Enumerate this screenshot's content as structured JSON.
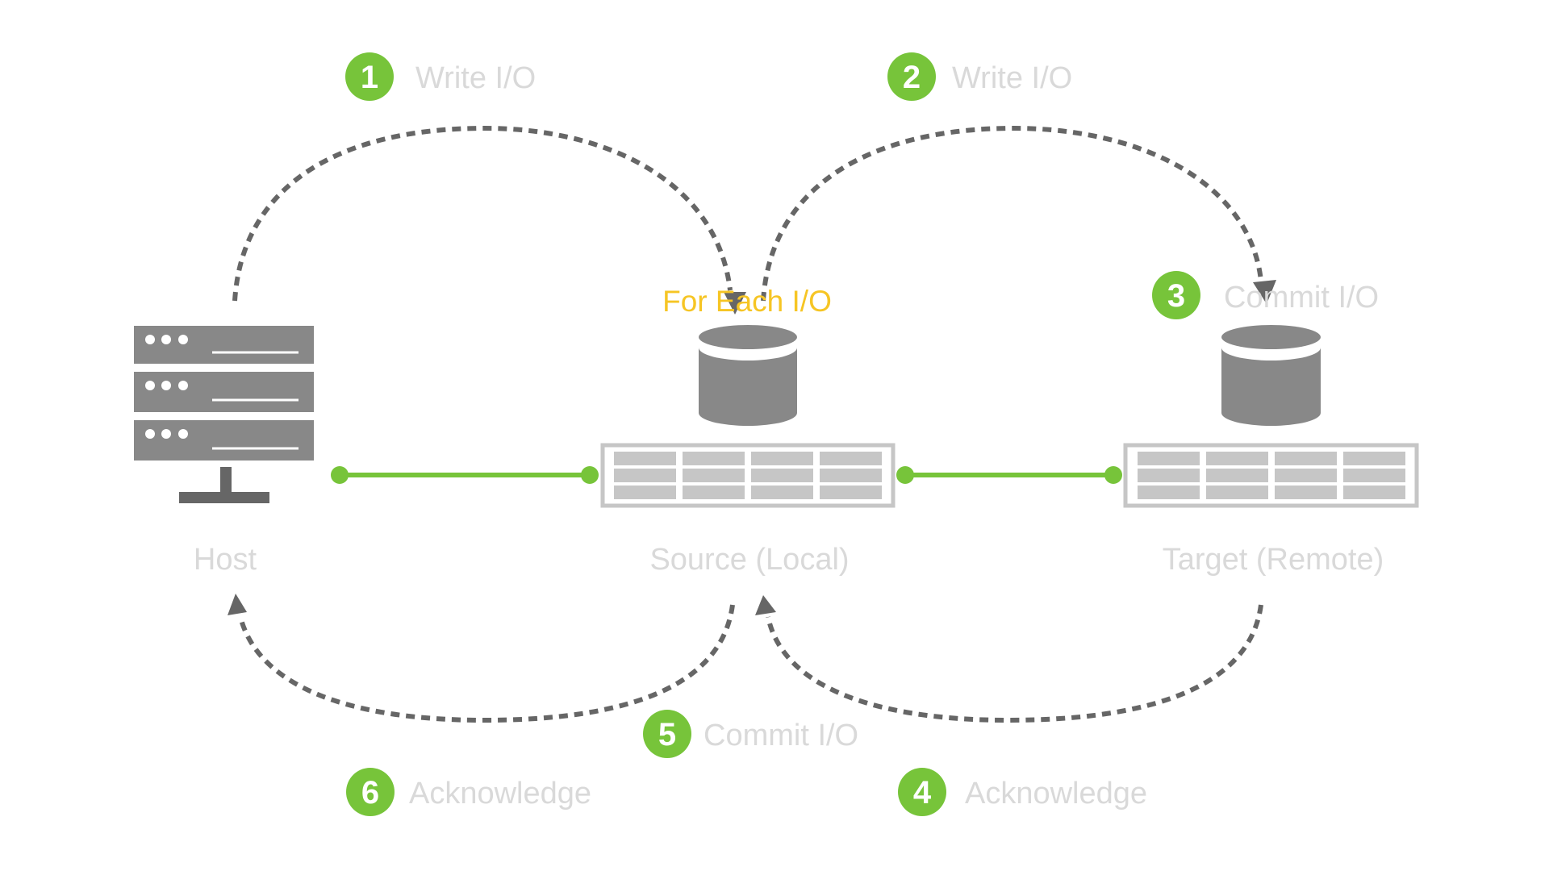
{
  "nodes": {
    "host": {
      "label": "Host"
    },
    "source": {
      "label": "Source (Local)",
      "annotation": "For Each I/O"
    },
    "target": {
      "label": "Target (Remote)"
    }
  },
  "steps": [
    {
      "number": "1",
      "label": "Write I/O",
      "from": "Host",
      "to": "Source (Local)"
    },
    {
      "number": "2",
      "label": "Write I/O",
      "from": "Source (Local)",
      "to": "Target (Remote)"
    },
    {
      "number": "3",
      "label": "Commit I/O",
      "at": "Target (Remote)"
    },
    {
      "number": "4",
      "label": "Acknowledge",
      "from": "Target (Remote)",
      "to": "Source (Local)"
    },
    {
      "number": "5",
      "label": "Commit I/O",
      "at": "Source (Local)"
    },
    {
      "number": "6",
      "label": "Acknowledge",
      "from": "Source (Local)",
      "to": "Host"
    }
  ],
  "colors": {
    "accent_green": "#77c43a",
    "highlight_yellow": "#f6c524",
    "label_gray": "#d9d9d9",
    "icon_gray": "#888888",
    "arrow_gray": "#666666"
  },
  "icons": {
    "host": "server-rack-icon",
    "source_storage": "database-cylinder-icon",
    "source_array": "storage-switch-icon",
    "target_storage": "database-cylinder-icon",
    "target_array": "storage-switch-icon"
  }
}
